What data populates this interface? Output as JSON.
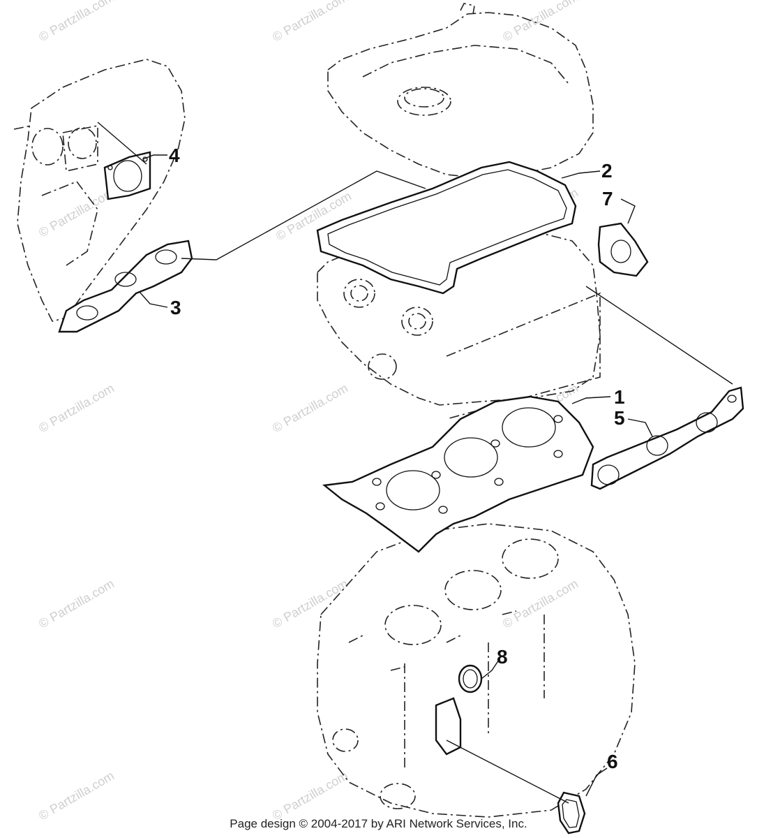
{
  "callouts": {
    "c1": "1",
    "c2": "2",
    "c3": "3",
    "c4": "4",
    "c5": "5",
    "c6": "6",
    "c7": "7",
    "c8": "8"
  },
  "watermark": {
    "copyright_text": "© Partzilla.com"
  },
  "footer": {
    "text": "Page design © 2004-2017 by ARI Network Services, Inc."
  }
}
